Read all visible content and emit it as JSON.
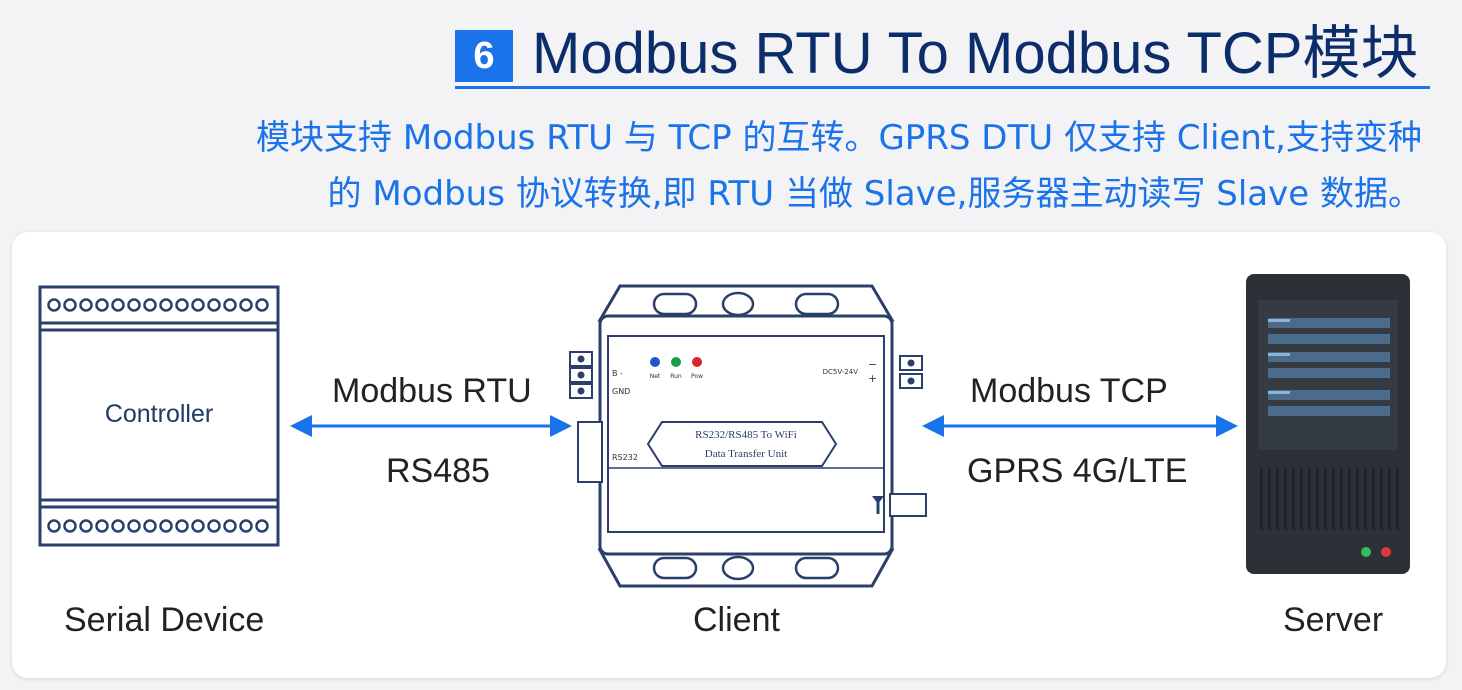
{
  "header": {
    "number": "6",
    "title": "Modbus RTU To Modbus TCP模块",
    "description_line1": "模块支持 Modbus RTU 与 TCP 的互转。GPRS DTU 仅支持 Client,支持变种",
    "description_line2": "的 Modbus 协议转换,即 RTU 当做 Slave,服务器主动读写 Slave 数据。"
  },
  "diagram": {
    "serial_device": {
      "box_text": "Controller",
      "caption": "Serial Device"
    },
    "left_link": {
      "protocol": "Modbus RTU",
      "medium": "RS485"
    },
    "client": {
      "caption": "Client",
      "panel_line1": "RS232/RS485 To WiFi",
      "panel_line2": "Data Transfer Unit",
      "port_label": "RS232",
      "power_label": "DC5V-24V",
      "terminal_b": "B -",
      "terminal_gnd": "GND",
      "led_labels": [
        "Net",
        "Run",
        "Pow"
      ]
    },
    "right_link": {
      "protocol": "Modbus TCP",
      "medium": "GPRS 4G/LTE"
    },
    "server": {
      "caption": "Server"
    }
  },
  "colors": {
    "accent": "#1a73e8",
    "title": "#0c2d6b",
    "device_outline": "#2b3f6b",
    "server_body": "#2c3138",
    "server_bar": "#4a6b8a"
  }
}
